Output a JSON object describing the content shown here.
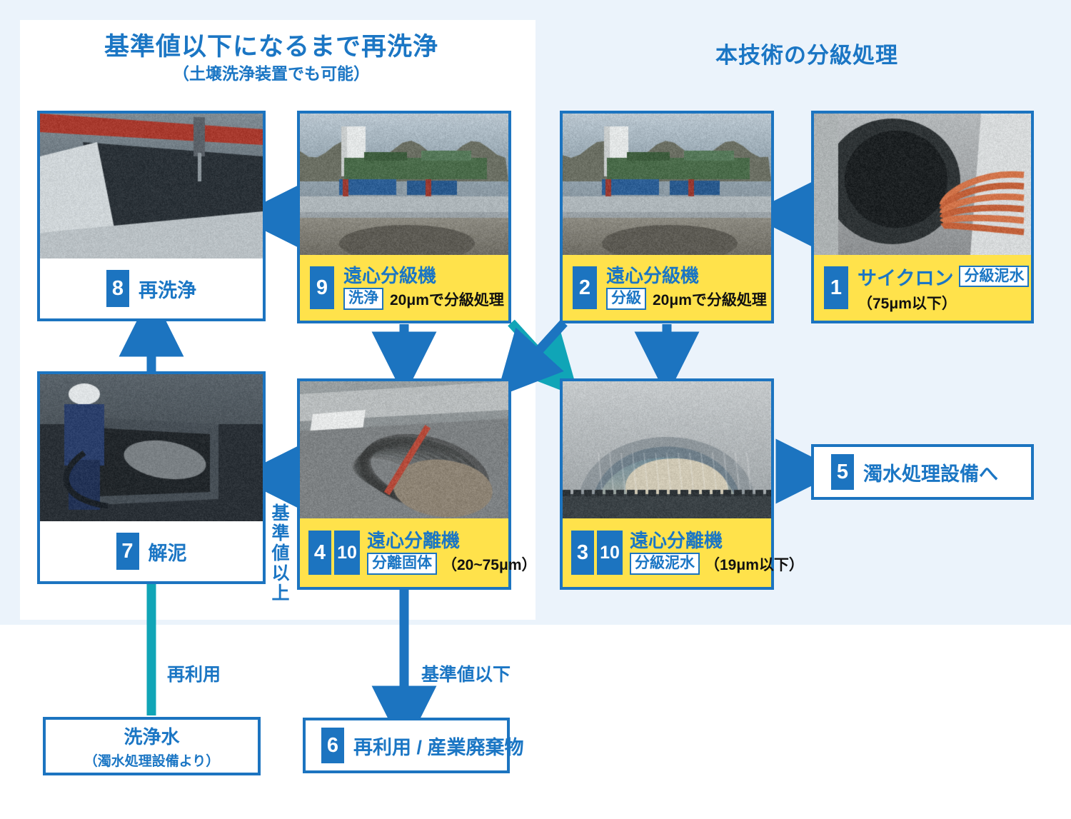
{
  "titles": {
    "left_main": "基準値以下になるまで再洗浄",
    "left_sub": "（土壌洗浄装置でも可能）",
    "right_main": "本技術の分級処理"
  },
  "colors": {
    "accent_blue": "#1c74c0",
    "title_blue": "#1b76c4",
    "teal": "#10a5b7",
    "caption_yellow": "#ffe24b",
    "page_tint": "#ebf3fb"
  },
  "nodes": {
    "n1": {
      "num": "1",
      "title": "サイクロン",
      "tag": "分級泥水",
      "sub": "（75μm以下）",
      "photo_alt": "cyclone-discharge-photo"
    },
    "n2": {
      "num": "2",
      "title": "遠心分級機",
      "tag": "分級",
      "tag_text": "20μmで分級処理",
      "photo_alt": "centrifugal-classifier-plant-photo"
    },
    "n3": {
      "num_a": "3",
      "num_b": "10",
      "title": "遠心分離機",
      "tag": "分級泥水",
      "tag_text": "（19μm以下）",
      "photo_alt": "centrifuge-drum-slurry-photo"
    },
    "n4": {
      "num_a": "4",
      "num_b": "10",
      "title": "遠心分離機",
      "tag": "分離固体",
      "tag_text": "（20~75μm）",
      "photo_alt": "separated-solids-tank-photo"
    },
    "n5": {
      "num": "5",
      "label": "濁水処理設備へ"
    },
    "n6": {
      "num": "6",
      "label": "再利用 / 産業廃棄物"
    },
    "n7": {
      "num": "7",
      "label": "解泥",
      "photo_alt": "worker-washing-sludge-photo"
    },
    "n8": {
      "num": "8",
      "label": "再洗浄",
      "photo_alt": "rewash-basin-photo"
    },
    "n9": {
      "num": "9",
      "title": "遠心分級機",
      "tag": "洗浄",
      "tag_text": "20μmで分級処理",
      "photo_alt": "centrifugal-classifier-plant-photo-2"
    },
    "water": {
      "line1": "洗浄水",
      "line2": "（濁水処理設備より）"
    }
  },
  "flow_labels": {
    "reuse": "再利用",
    "below_standard": "基準値以下",
    "above_standard": "基準値以上"
  }
}
